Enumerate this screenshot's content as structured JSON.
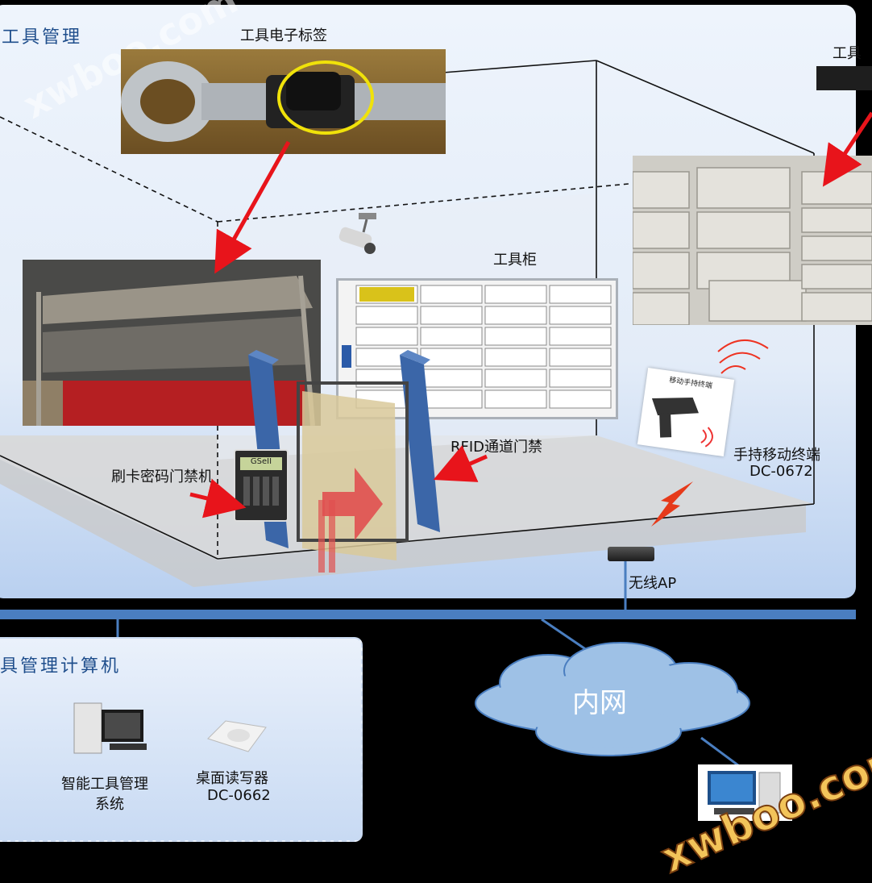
{
  "zones": {
    "tool_room_title": "工具管理",
    "computer_room_title": "具管理计算机"
  },
  "labels": {
    "rfid_tag": "工具电子标签",
    "tool_cabinet": "工具柜",
    "card_reader": "刷卡密码门禁机",
    "rfid_gate": "RFID通道门禁",
    "handheld_line1": "手持移动终端",
    "handheld_line2": "DC-0672",
    "wireless_ap": "无线AP",
    "top_right_cut": "工具",
    "intranet": "内网",
    "system_line1": "智能工具管理",
    "system_line2": "系统",
    "desktop_reader_line1": "桌面读写器",
    "desktop_reader_line2": "DC-0662",
    "handheld_card_caption": "移动手持终端",
    "reader_screen": "GSeII"
  },
  "watermarks": {
    "top": "xwboo.com",
    "bottom": "xwboo.com"
  },
  "colors": {
    "background": "#000000",
    "room_fill": "#dde8f6",
    "network_line": "#4a7ec0",
    "cloud": "#9ec1e6",
    "gate_pillar": "#3b66a8",
    "arrow_red": "#e8141b"
  }
}
